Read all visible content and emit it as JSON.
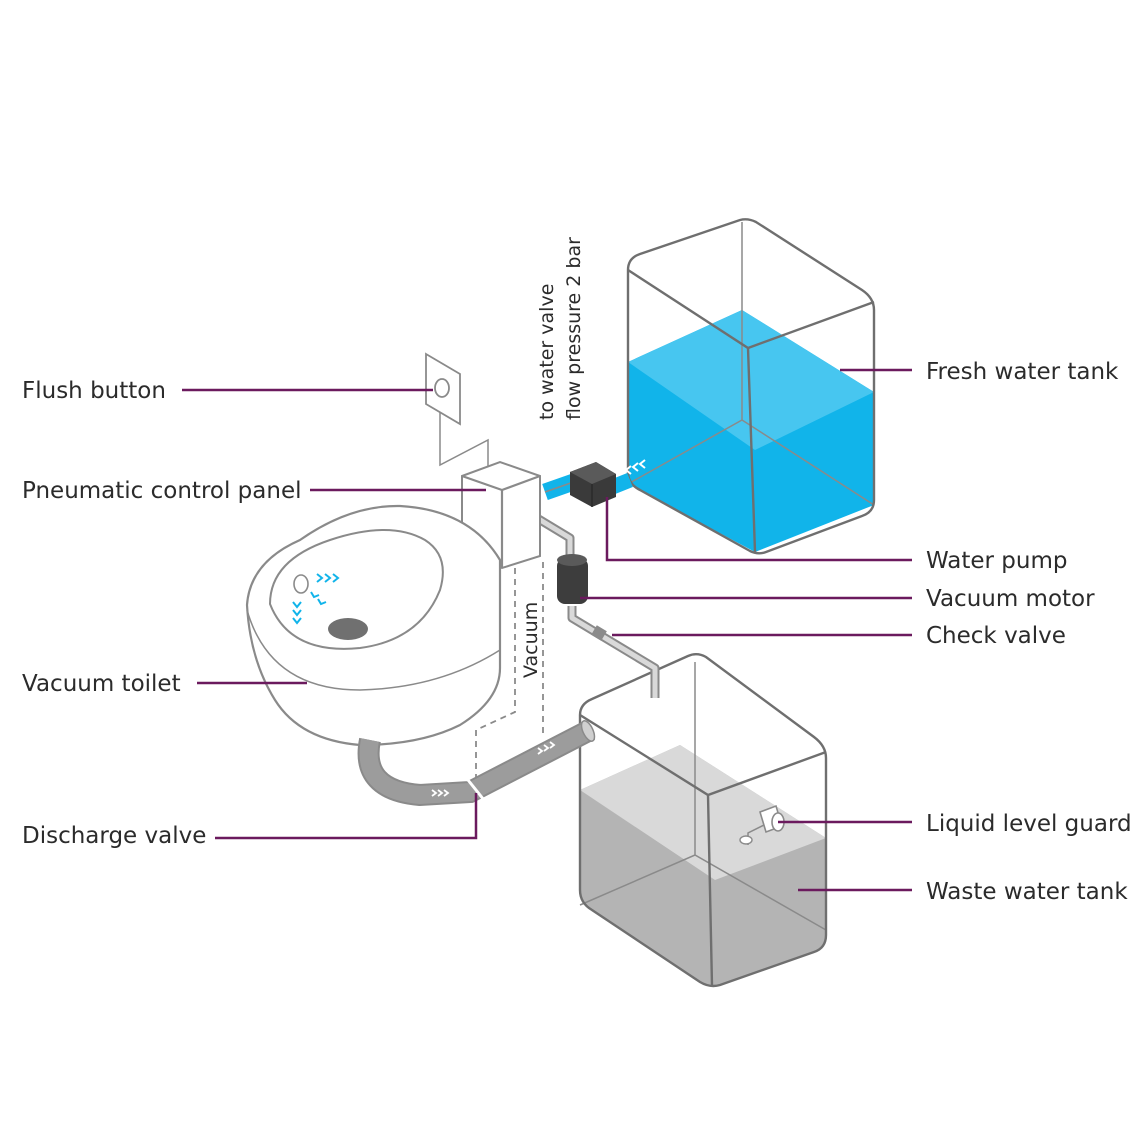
{
  "labels": {
    "flush_button": "Flush button",
    "pneumatic_control_panel": "Pneumatic control panel",
    "vacuum_toilet": "Vacuum toilet",
    "discharge_valve": "Discharge valve",
    "fresh_water_tank": "Fresh water tank",
    "water_pump": "Water pump",
    "vacuum_motor": "Vacuum motor",
    "check_valve": "Check valve",
    "liquid_level_guard": "Liquid level guard",
    "waste_water_tank": "Waste water tank",
    "to_water_valve": "to water valve",
    "flow_pressure": "flow pressure 2 bar",
    "vacuum": "Vacuum"
  },
  "colors": {
    "leader": "#6b1a5e",
    "fresh_water": "#11b4ea",
    "waste_water": "#b4b4b4",
    "outline": "#8a8a8a",
    "pump": "#3a3a3a"
  },
  "icons": {
    "flow_arrow": "double-chevron-arrow-icon"
  }
}
